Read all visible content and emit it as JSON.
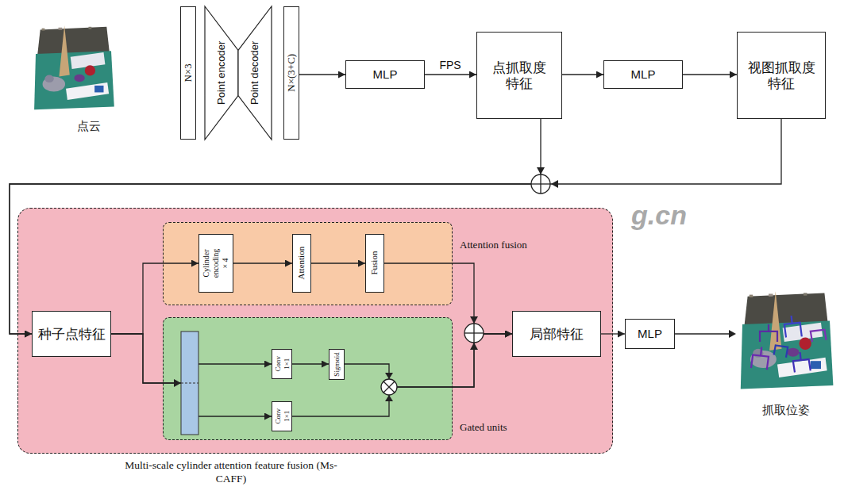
{
  "diagram": {
    "nodes": [
      {
        "text": [
          "N×3"
        ]
      },
      {
        "text": [
          "Point encoder"
        ]
      },
      {
        "text": [
          "Point decoder"
        ]
      },
      {
        "text": [
          "N×(3+C)"
        ]
      },
      {
        "text": [
          "MLP"
        ]
      },
      {
        "text": [
          "点抓取度特征"
        ]
      },
      {
        "text": [
          "MLP"
        ]
      },
      {
        "text": [
          "视图抓取度特征"
        ]
      },
      {
        "text": [
          "Multi-scale cylinder attention feature fusion (Ms-CAFF)"
        ]
      },
      {
        "text": [
          "种子点特征"
        ],
        "in": 8
      },
      {
        "text": [
          "Attention fusion"
        ],
        "in": 8
      },
      {
        "text": [
          "Cylinder encoding",
          "× 4"
        ],
        "in": 10
      },
      {
        "text": [
          "Attention"
        ],
        "in": 10
      },
      {
        "text": [
          "Fusion"
        ],
        "in": 10
      },
      {
        "text": [
          "Gated units"
        ],
        "in": 8
      },
      {
        "text": [
          "Conv 1×1"
        ],
        "in": 14
      },
      {
        "text": [
          "Sigmoid"
        ],
        "in": 14
      },
      {
        "text": [
          "Conv 1×1"
        ],
        "in": 14
      },
      {
        "text": [
          "局部特征"
        ],
        "in": 8
      },
      {
        "text": [
          "MLP"
        ]
      }
    ],
    "edges": [
      {
        "from": 3,
        "to": 4,
        "arrow": "to"
      },
      {
        "from": 4,
        "to": 5,
        "label": "FPS",
        "arrow": "to"
      },
      {
        "from": 5,
        "to": 6,
        "arrow": "to"
      },
      {
        "from": 6,
        "to": 7,
        "arrow": "to"
      },
      {
        "from": 5,
        "to": 9,
        "arrow": "to"
      },
      {
        "from": 7,
        "to": 9,
        "arrow": "to"
      },
      {
        "from": 9,
        "to": 11,
        "arrow": "to"
      },
      {
        "from": 11,
        "to": 12,
        "arrow": "to"
      },
      {
        "from": 12,
        "to": 13,
        "arrow": "to"
      },
      {
        "from": 13,
        "to": 18,
        "arrow": "to"
      },
      {
        "from": 9,
        "to": 15,
        "arrow": "to"
      },
      {
        "from": 9,
        "to": 17,
        "arrow": "to"
      },
      {
        "from": 15,
        "to": 16,
        "arrow": "to"
      },
      {
        "from": 16,
        "to": 18,
        "arrow": "to"
      },
      {
        "from": 17,
        "to": 18,
        "arrow": "to"
      },
      {
        "from": 18,
        "to": 19,
        "arrow": "to"
      }
    ],
    "labels": [
      "点云",
      "抓取位姿",
      "g.cn"
    ]
  }
}
